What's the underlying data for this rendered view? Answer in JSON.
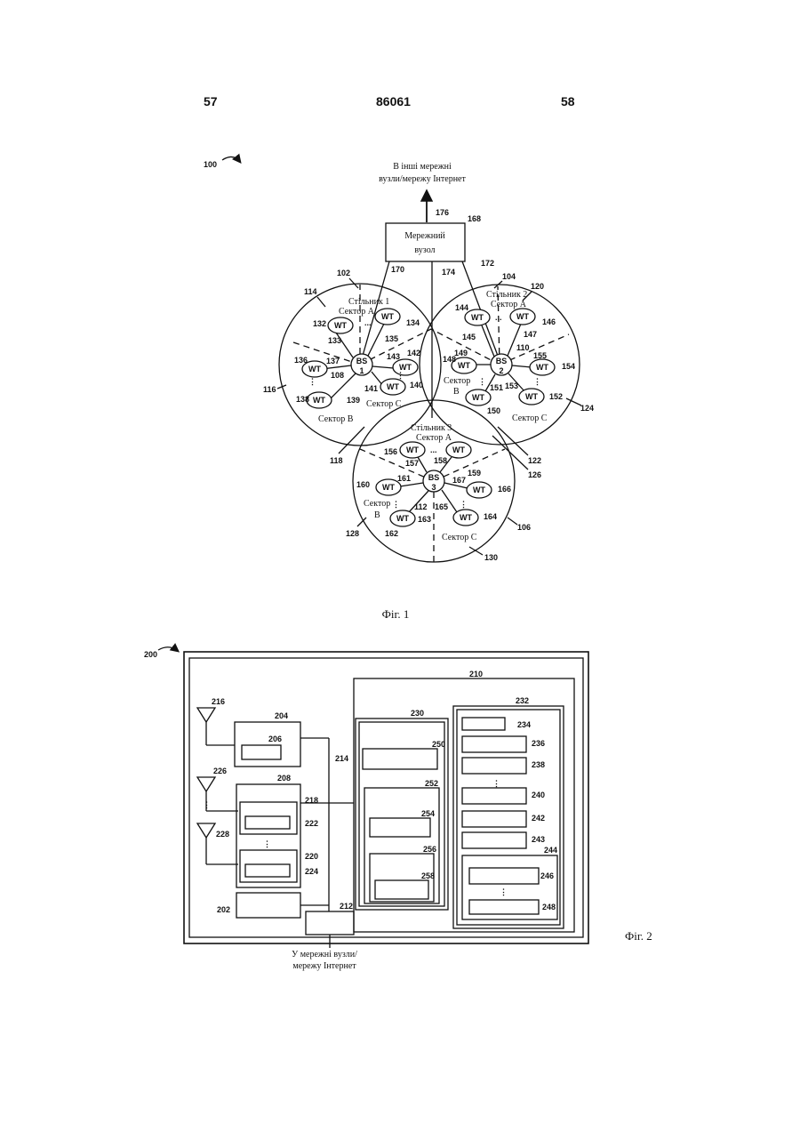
{
  "header": {
    "page_left": "57",
    "doc_number": "86061",
    "page_right": "58"
  },
  "fig1": {
    "ref_system": "100",
    "to_network_line1": "В інші мережні",
    "to_network_line2": "вузли/мережу Інтернет",
    "network_node_line1": "Мережний",
    "network_node_line2": "вузол",
    "cell1_name": "Стільник 1",
    "cell2_name": "Стільник 2",
    "cell3_name": "Стільник 3",
    "sector_a": "Сектор A",
    "sector_b": "Сектор B",
    "sector_c": "Сектор C",
    "sector_word": "Сектор",
    "sector_b_letter": "B",
    "wt": "WT",
    "bs": "BS",
    "bs1_num": "1",
    "bs2_num": "2",
    "bs3_num": "3",
    "ellipsis": "...",
    "vdots": "⋮",
    "caption": "Фіг. 1",
    "refs": {
      "r176": "176",
      "r168": "168",
      "r170": "170",
      "r174": "174",
      "r172": "172",
      "r102": "102",
      "r104": "104",
      "r120": "120",
      "r114": "114",
      "r132": "132",
      "r134": "134",
      "r133": "133",
      "r135": "135",
      "r136": "136",
      "r137": "137",
      "r108": "108",
      "r143": "143",
      "r142": "142",
      "r141": "141",
      "r140": "140",
      "r139": "139",
      "r138": "138",
      "r116": "116",
      "r144": "144",
      "r146": "146",
      "r147": "147",
      "r145": "145",
      "r110": "110",
      "r148": "148",
      "r149": "149",
      "r155": "155",
      "r154": "154",
      "r151": "151",
      "r153": "153",
      "r152": "152",
      "r150": "150",
      "r124": "124",
      "r118": "118",
      "r122": "122",
      "r126": "126",
      "r156": "156",
      "r158": "158",
      "r157": "157",
      "r159": "159",
      "r161": "161",
      "r167": "167",
      "r160": "160",
      "r166": "166",
      "r112": "112",
      "r165": "165",
      "r163": "163",
      "r164": "164",
      "r162": "162",
      "r128": "128",
      "r106": "106",
      "r130": "130"
    }
  },
  "fig2": {
    "ref_system": "200",
    "to_network_line1": "У мережні вузли/",
    "to_network_line2": "мережу Інтернет",
    "caption": "Фіг. 2",
    "vdots": "⋮",
    "refs": {
      "r210": "210",
      "r216": "216",
      "r204": "204",
      "r206": "206",
      "r214": "214",
      "r226": "226",
      "r208": "208",
      "r218": "218",
      "r222": "222",
      "r228": "228",
      "r220": "220",
      "r224": "224",
      "r202": "202",
      "r212": "212",
      "r230": "230",
      "r250": "250",
      "r252": "252",
      "r254": "254",
      "r256": "256",
      "r258": "258",
      "r232": "232",
      "r234": "234",
      "r236": "236",
      "r238": "238",
      "r240": "240",
      "r242": "242",
      "r243": "243",
      "r244": "244",
      "r246": "246",
      "r248": "248"
    }
  }
}
